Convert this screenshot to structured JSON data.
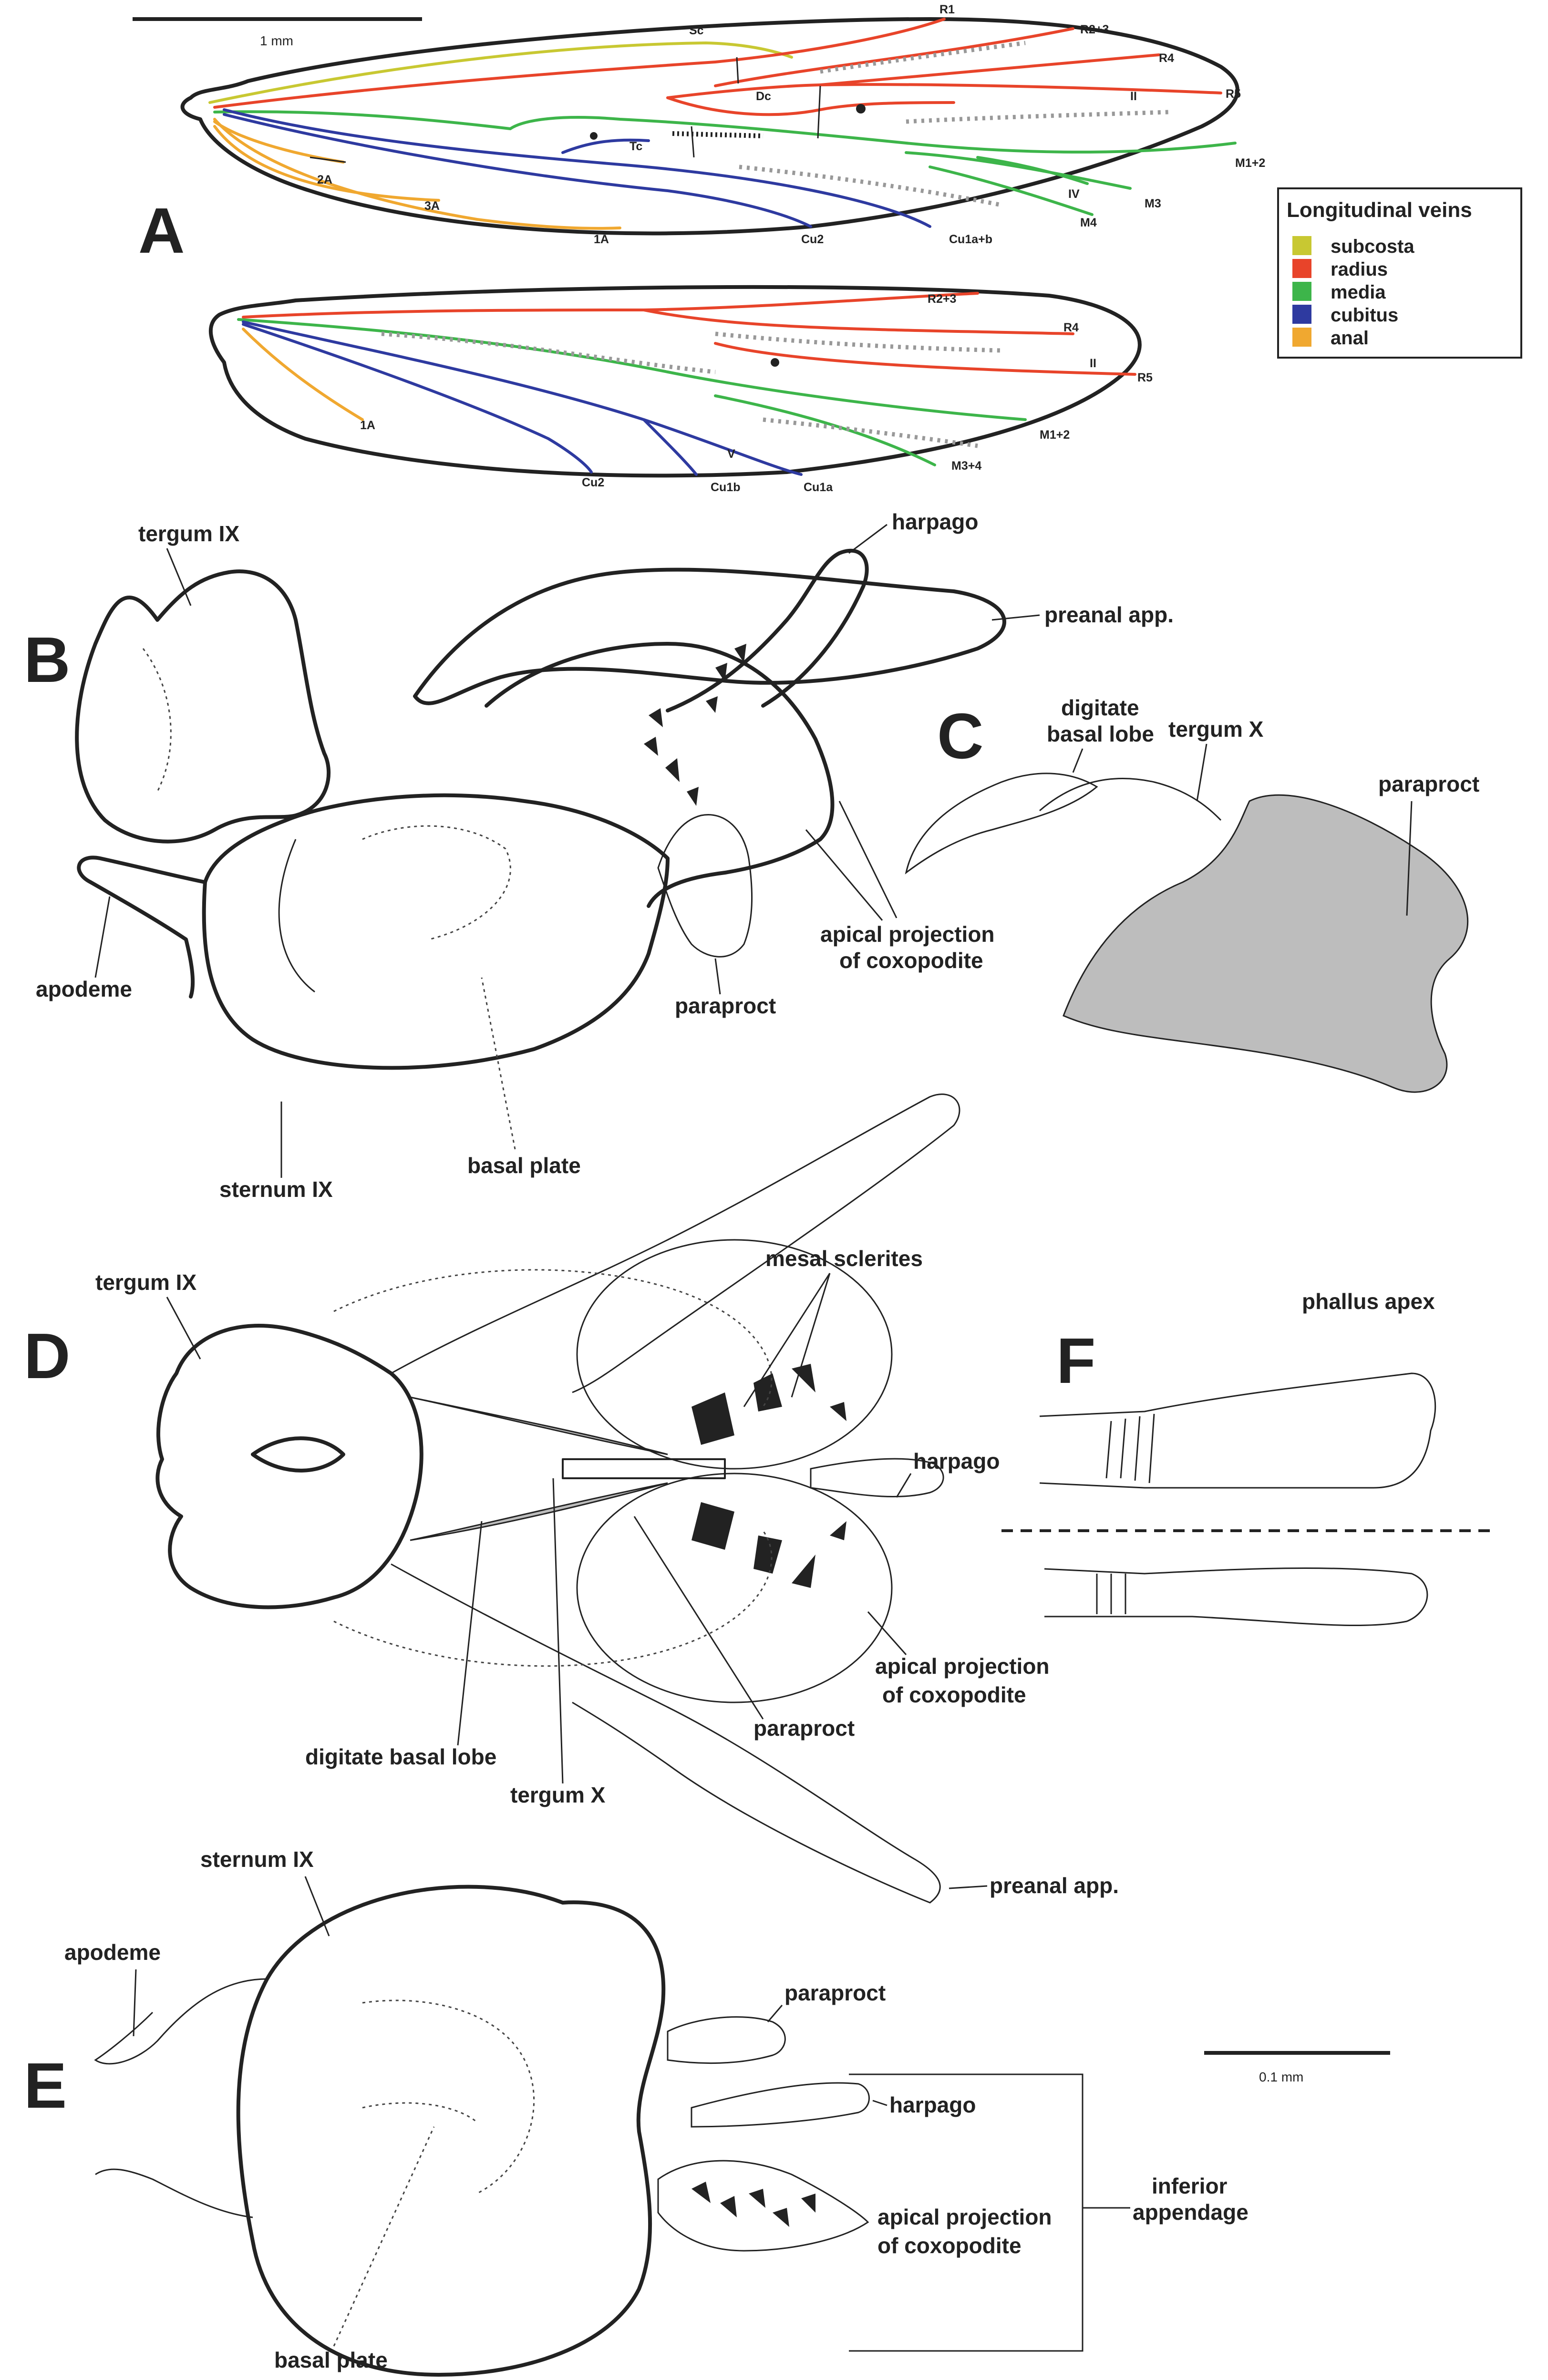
{
  "colors": {
    "subcosta": "#c8c832",
    "radius": "#e8442a",
    "media": "#3db54a",
    "cubitus": "#2e3aa0",
    "anal": "#f0a830",
    "ink": "#222222"
  },
  "panels": {
    "A": "A",
    "B": "B",
    "C": "C",
    "D": "D",
    "E": "E",
    "F": "F"
  },
  "scalebars": {
    "wing": "1 mm",
    "genitalia": "0.1 mm"
  },
  "legend": {
    "title": "Longitudinal veins",
    "items": [
      {
        "label": "subcosta",
        "color_key": "subcosta"
      },
      {
        "label": "radius",
        "color_key": "radius"
      },
      {
        "label": "media",
        "color_key": "media"
      },
      {
        "label": "cubitus",
        "color_key": "cubitus"
      },
      {
        "label": "anal",
        "color_key": "anal"
      }
    ]
  },
  "forewing": {
    "labels": {
      "sc": "Sc",
      "r1": "R1",
      "r23": "R2+3",
      "r4": "R4",
      "r5": "R5",
      "ii": "II",
      "dc": "Dc",
      "tc": "Tc",
      "m12": "M1+2",
      "iv": "IV",
      "m3": "M3",
      "m4": "M4",
      "cu1ab": "Cu1a+b",
      "cu2": "Cu2",
      "a1": "1A",
      "a2": "2A",
      "a3": "3A"
    }
  },
  "hindwing": {
    "labels": {
      "r23": "R2+3",
      "r4": "R4",
      "ii": "II",
      "r5": "R5",
      "m12": "M1+2",
      "m34": "M3+4",
      "cu1a": "Cu1a",
      "v": "V",
      "cu1b": "Cu1b",
      "cu2": "Cu2",
      "a1": "1A"
    }
  },
  "panel_b": {
    "tergum_ix": "tergum IX",
    "harpago": "harpago",
    "preanal": "preanal app.",
    "apodeme": "apodeme",
    "sternum_ix": "sternum IX",
    "basal_plate": "basal plate",
    "paraproct": "paraproct",
    "apical_1": "apical projection",
    "apical_2": "of coxopodite"
  },
  "panel_c": {
    "digitate_1": "digitate",
    "digitate_2": "basal lobe",
    "tergum_x": "tergum X",
    "paraproct": "paraproct"
  },
  "panel_d": {
    "tergum_ix": "tergum IX",
    "mesal": "mesal sclerites",
    "harpago": "harpago",
    "apical_1": "apical projection",
    "apical_2": "of coxopodite",
    "paraproct": "paraproct",
    "digitate": "digitate basal lobe",
    "tergum_x": "tergum X",
    "preanal": "preanal app."
  },
  "panel_f": {
    "title": "phallus apex"
  },
  "panel_e": {
    "sternum_ix": "sternum IX",
    "apodeme": "apodeme",
    "paraproct": "paraproct",
    "harpago": "harpago",
    "apical_1": "apical projection",
    "apical_2": "of coxopodite",
    "inferior_1": "inferior",
    "inferior_2": "appendage",
    "basal_plate": "basal plate"
  }
}
